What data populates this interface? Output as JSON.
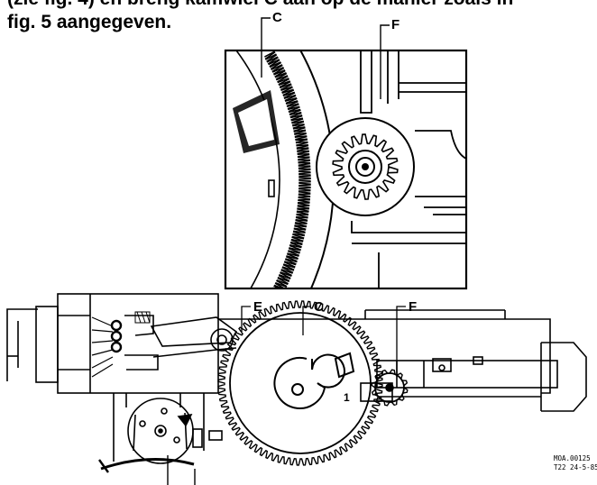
{
  "instruction": {
    "line1": "(zie fig. 4) en breng kamwiel C aan op de manier zoals in",
    "line2": "fig. 5 aangegeven."
  },
  "top_view": {
    "callouts": [
      "C",
      "F"
    ]
  },
  "bottom_view": {
    "callouts": [
      "E",
      "C",
      "F"
    ],
    "gear_mark": "1"
  },
  "reference": {
    "line1": "MOA.00125",
    "line2": "T22  24-5-85"
  }
}
